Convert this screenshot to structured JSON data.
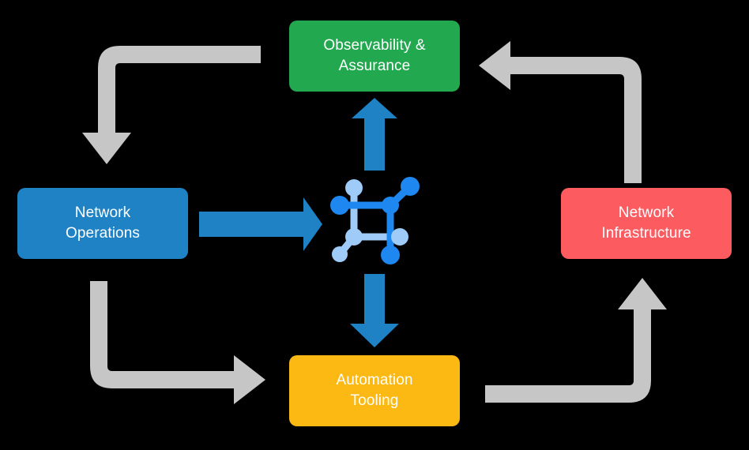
{
  "diagram": {
    "type": "cycle-flow",
    "background_color": "#000000",
    "nodes": [
      {
        "id": "observability",
        "label": "Observability &\nAssurance",
        "color": "#22a84f",
        "position": "top",
        "text_color": "#ffffff"
      },
      {
        "id": "network-operations",
        "label": "Network\nOperations",
        "color": "#1e82c4",
        "position": "left",
        "text_color": "#ffffff"
      },
      {
        "id": "network-infrastructure",
        "label": "Network\nInfrastructure",
        "color": "#fc5c60",
        "position": "right",
        "text_color": "#ffffff"
      },
      {
        "id": "automation-tooling",
        "label": "Automation\nTooling",
        "color": "#fdb913",
        "position": "bottom",
        "text_color": "#ffffff"
      }
    ],
    "center_icon": {
      "name": "network-topology-icon",
      "primary_color": "#1e88f0",
      "secondary_color": "#9ecbf7"
    },
    "arrows": [
      {
        "id": "ops-to-center",
        "from": "network-operations",
        "to": "center-icon",
        "direction": "right",
        "style": "straight",
        "color": "#1e82c4"
      },
      {
        "id": "center-to-observability",
        "from": "center-icon",
        "to": "observability",
        "direction": "up",
        "style": "straight",
        "color": "#1e82c4"
      },
      {
        "id": "center-to-automation",
        "from": "center-icon",
        "to": "automation-tooling",
        "direction": "down",
        "style": "straight",
        "color": "#1e82c4"
      },
      {
        "id": "observability-to-ops",
        "from": "observability",
        "to": "network-operations",
        "direction": "left-then-down",
        "style": "elbow",
        "color": "#c6c6c6"
      },
      {
        "id": "ops-to-automation",
        "from": "network-operations",
        "to": "automation-tooling",
        "direction": "down-then-right",
        "style": "elbow",
        "color": "#c6c6c6"
      },
      {
        "id": "automation-to-infrastructure",
        "from": "automation-tooling",
        "to": "network-infrastructure",
        "direction": "right-then-up",
        "style": "elbow",
        "color": "#c6c6c6"
      },
      {
        "id": "infrastructure-to-observability",
        "from": "network-infrastructure",
        "to": "observability",
        "direction": "up-then-left",
        "style": "elbow",
        "color": "#c6c6c6"
      }
    ]
  }
}
